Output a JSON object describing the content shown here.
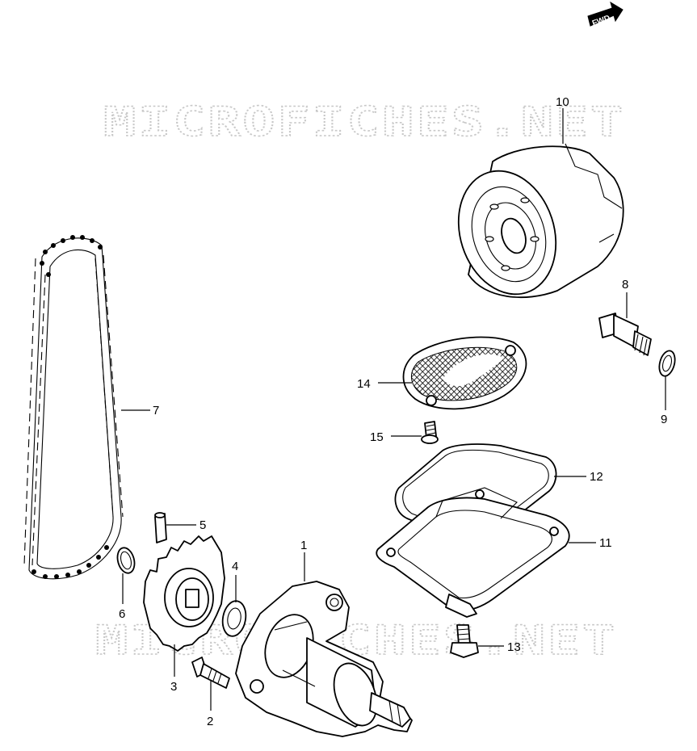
{
  "watermark": {
    "top": "MICROFICHES.NET",
    "bottom": "MICROFICHES.NET"
  },
  "direction_badge": {
    "label": "FWD"
  },
  "callouts": [
    {
      "id": "1",
      "label": "1",
      "part": "oil-pump"
    },
    {
      "id": "2",
      "label": "2",
      "part": "pump-bolt"
    },
    {
      "id": "3",
      "label": "3",
      "part": "pump-driven-sprocket"
    },
    {
      "id": "4",
      "label": "4",
      "part": "sprocket-washer"
    },
    {
      "id": "5",
      "label": "5",
      "part": "sprocket-pin"
    },
    {
      "id": "6",
      "label": "6",
      "part": "circlip"
    },
    {
      "id": "7",
      "label": "7",
      "part": "drive-chain"
    },
    {
      "id": "8",
      "label": "8",
      "part": "union-bolt"
    },
    {
      "id": "9",
      "label": "9",
      "part": "union-gasket"
    },
    {
      "id": "10",
      "label": "10",
      "part": "oil-filter"
    },
    {
      "id": "11",
      "label": "11",
      "part": "oil-pan"
    },
    {
      "id": "12",
      "label": "12",
      "part": "oil-pan-gasket"
    },
    {
      "id": "13",
      "label": "13",
      "part": "oil-pan-bolt"
    },
    {
      "id": "14",
      "label": "14",
      "part": "oil-strainer"
    },
    {
      "id": "15",
      "label": "15",
      "part": "strainer-screw"
    }
  ]
}
